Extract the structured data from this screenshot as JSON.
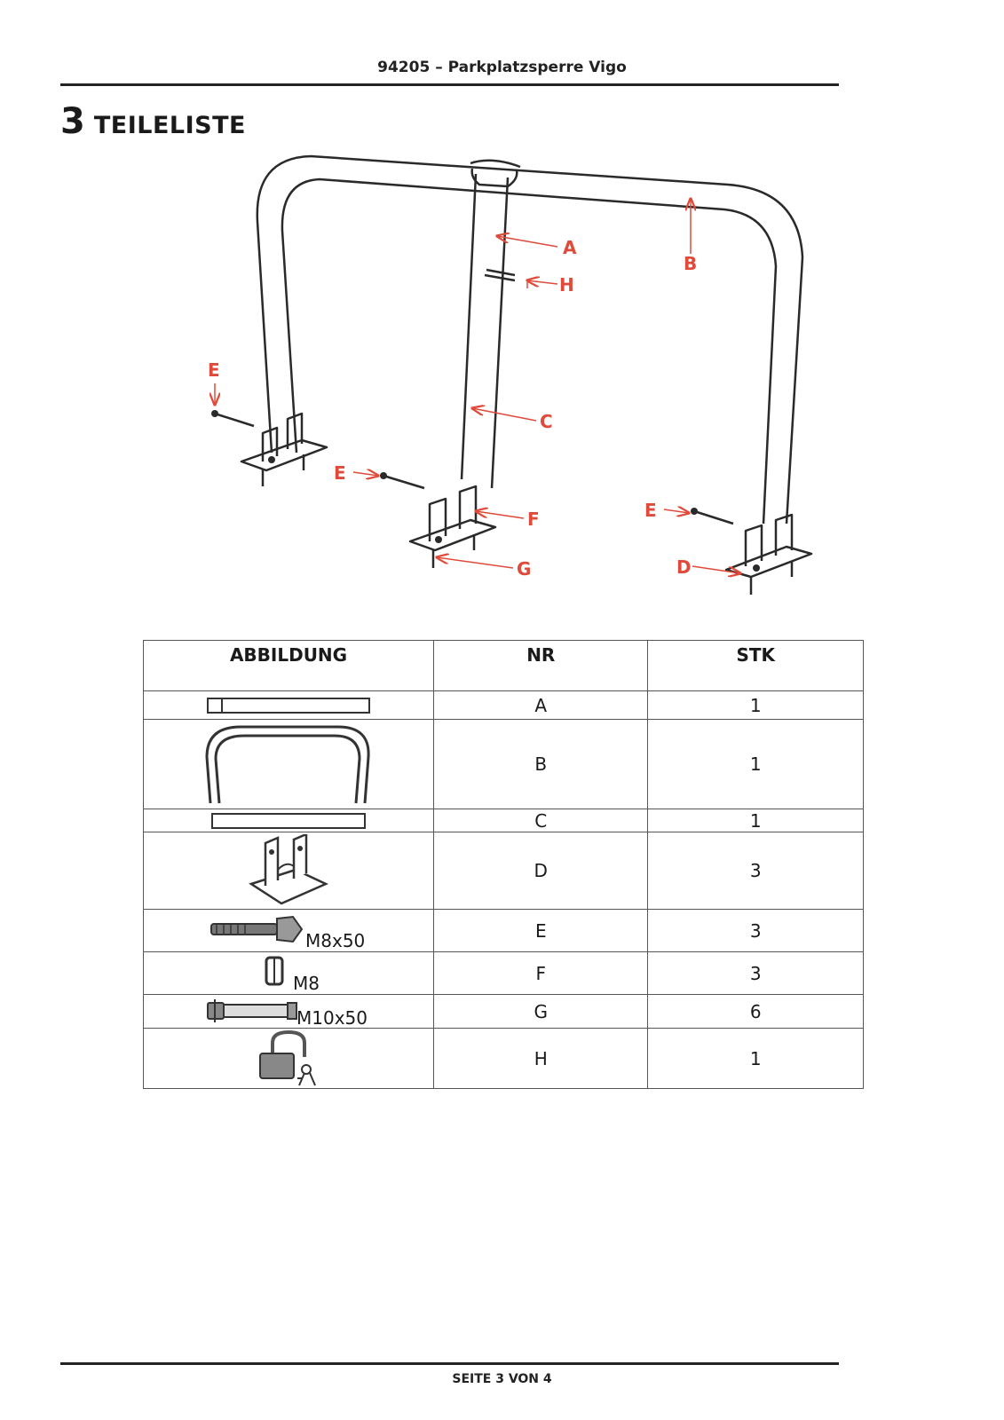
{
  "header": {
    "title": "94205 – Parkplatzsperre Vigo"
  },
  "section": {
    "number": "3",
    "title": "TEILELISTE"
  },
  "diagram": {
    "callouts": [
      "A",
      "B",
      "C",
      "D",
      "E",
      "F",
      "G",
      "H"
    ],
    "accent_color": "#e04a3a"
  },
  "table": {
    "headers": {
      "image": "ABBILDUNG",
      "nr": "NR",
      "stk": "STK"
    },
    "rows": [
      {
        "nr": "A",
        "stk": "1",
        "image_label": ""
      },
      {
        "nr": "B",
        "stk": "1",
        "image_label": ""
      },
      {
        "nr": "C",
        "stk": "1",
        "image_label": ""
      },
      {
        "nr": "D",
        "stk": "3",
        "image_label": ""
      },
      {
        "nr": "E",
        "stk": "3",
        "image_label": "M8x50"
      },
      {
        "nr": "F",
        "stk": "3",
        "image_label": "M8"
      },
      {
        "nr": "G",
        "stk": "6",
        "image_label": "M10x50"
      },
      {
        "nr": "H",
        "stk": "1",
        "image_label": ""
      }
    ]
  },
  "footer": {
    "text": "SEITE 3 VON 4"
  }
}
